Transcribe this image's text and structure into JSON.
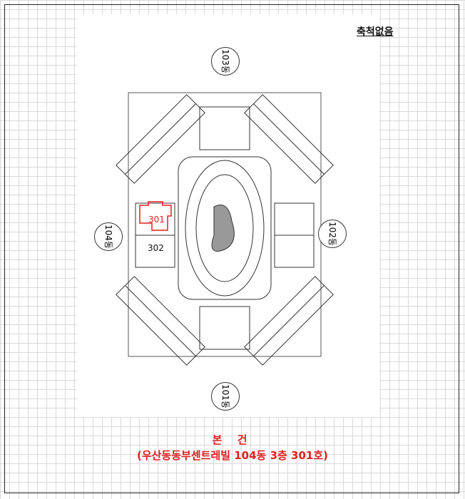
{
  "scale_note": "축척없음",
  "buildings": {
    "b103": "103동",
    "b102": "102동",
    "b104": "104동",
    "b101": "101동"
  },
  "units": {
    "subject": "301",
    "neighbor": "302"
  },
  "caption": {
    "title": "본 건",
    "subtitle": "(우산동동부센트레빌 104동 3층 301호)"
  },
  "colors": {
    "highlight": "#e02020"
  }
}
